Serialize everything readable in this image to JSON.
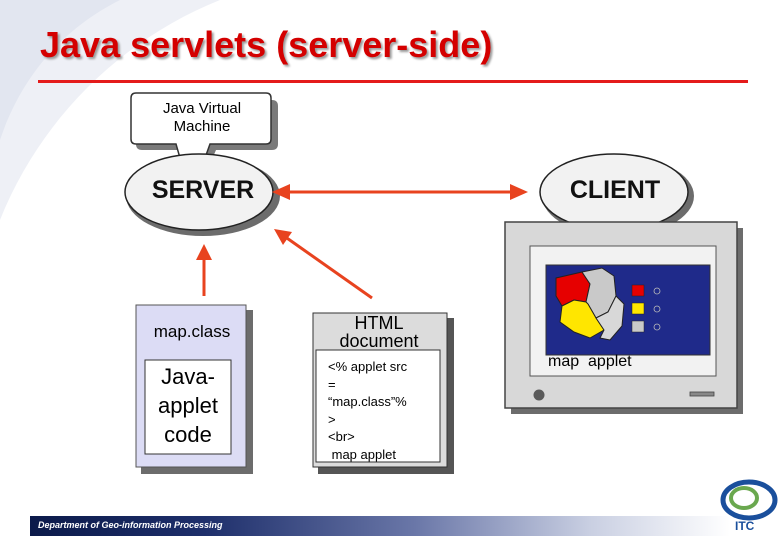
{
  "slide": {
    "title": "Java servlets (server-side)",
    "footer": "Department of Geo-information Processing",
    "logo_text": "ITC"
  },
  "diagram": {
    "jvm_label_line1": "Java Virtual",
    "jvm_label_line2": "Machine",
    "server_label": "SERVER",
    "client_label": "CLIENT",
    "map_class_label": "map.class",
    "applet_code_line1": "Java-",
    "applet_code_line2": "applet",
    "applet_code_line3": "code",
    "html_doc_line1": "HTML",
    "html_doc_line2": "document",
    "html_code_lines": [
      "<% applet src",
      "=",
      "“map.class”%",
      ">",
      "<br>",
      " map applet"
    ],
    "monitor_caption": "map  applet"
  },
  "colors": {
    "title": "#d40000",
    "arrow": "#e8431f",
    "box_fill": "#dcdcf5",
    "monitor_screen": "#1f2a8a"
  }
}
